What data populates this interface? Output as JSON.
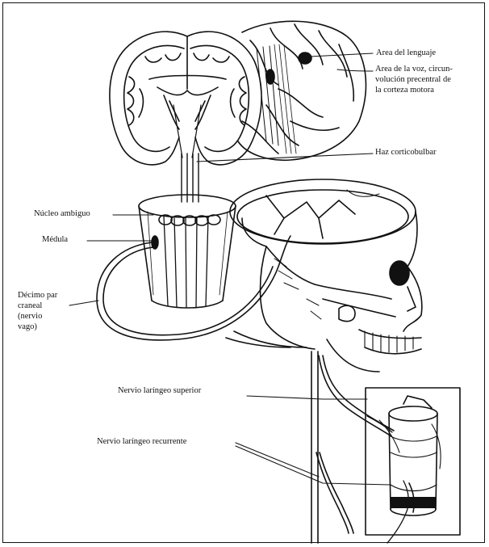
{
  "labels": {
    "area_lenguaje": "Area del lenguaje",
    "area_voz_line1": "Area de la voz, circun-",
    "area_voz_line2": "volución precentral de",
    "area_voz_line3": "la corteza motora",
    "haz_corticobulbar": "Haz corticobulbar",
    "nucleo_ambiguo": "Núcleo ambiguo",
    "medula": "Médula",
    "decimo_line1": "Décimo par",
    "decimo_line2": "craneal",
    "decimo_line3": "(nervio",
    "decimo_line4": "vago)",
    "nervio_superior": "Nervio laríngeo superior",
    "nervio_recurrente": "Nervio laríngeo recurrente"
  },
  "colors": {
    "ink": "#111111",
    "paper": "#ffffff",
    "shade": "#2a2a2a"
  },
  "icons": {
    "brain": "brain-section-icon",
    "skull": "skull-icon",
    "medulla": "medulla-cylinder-icon",
    "larynx": "larynx-inset-icon"
  }
}
